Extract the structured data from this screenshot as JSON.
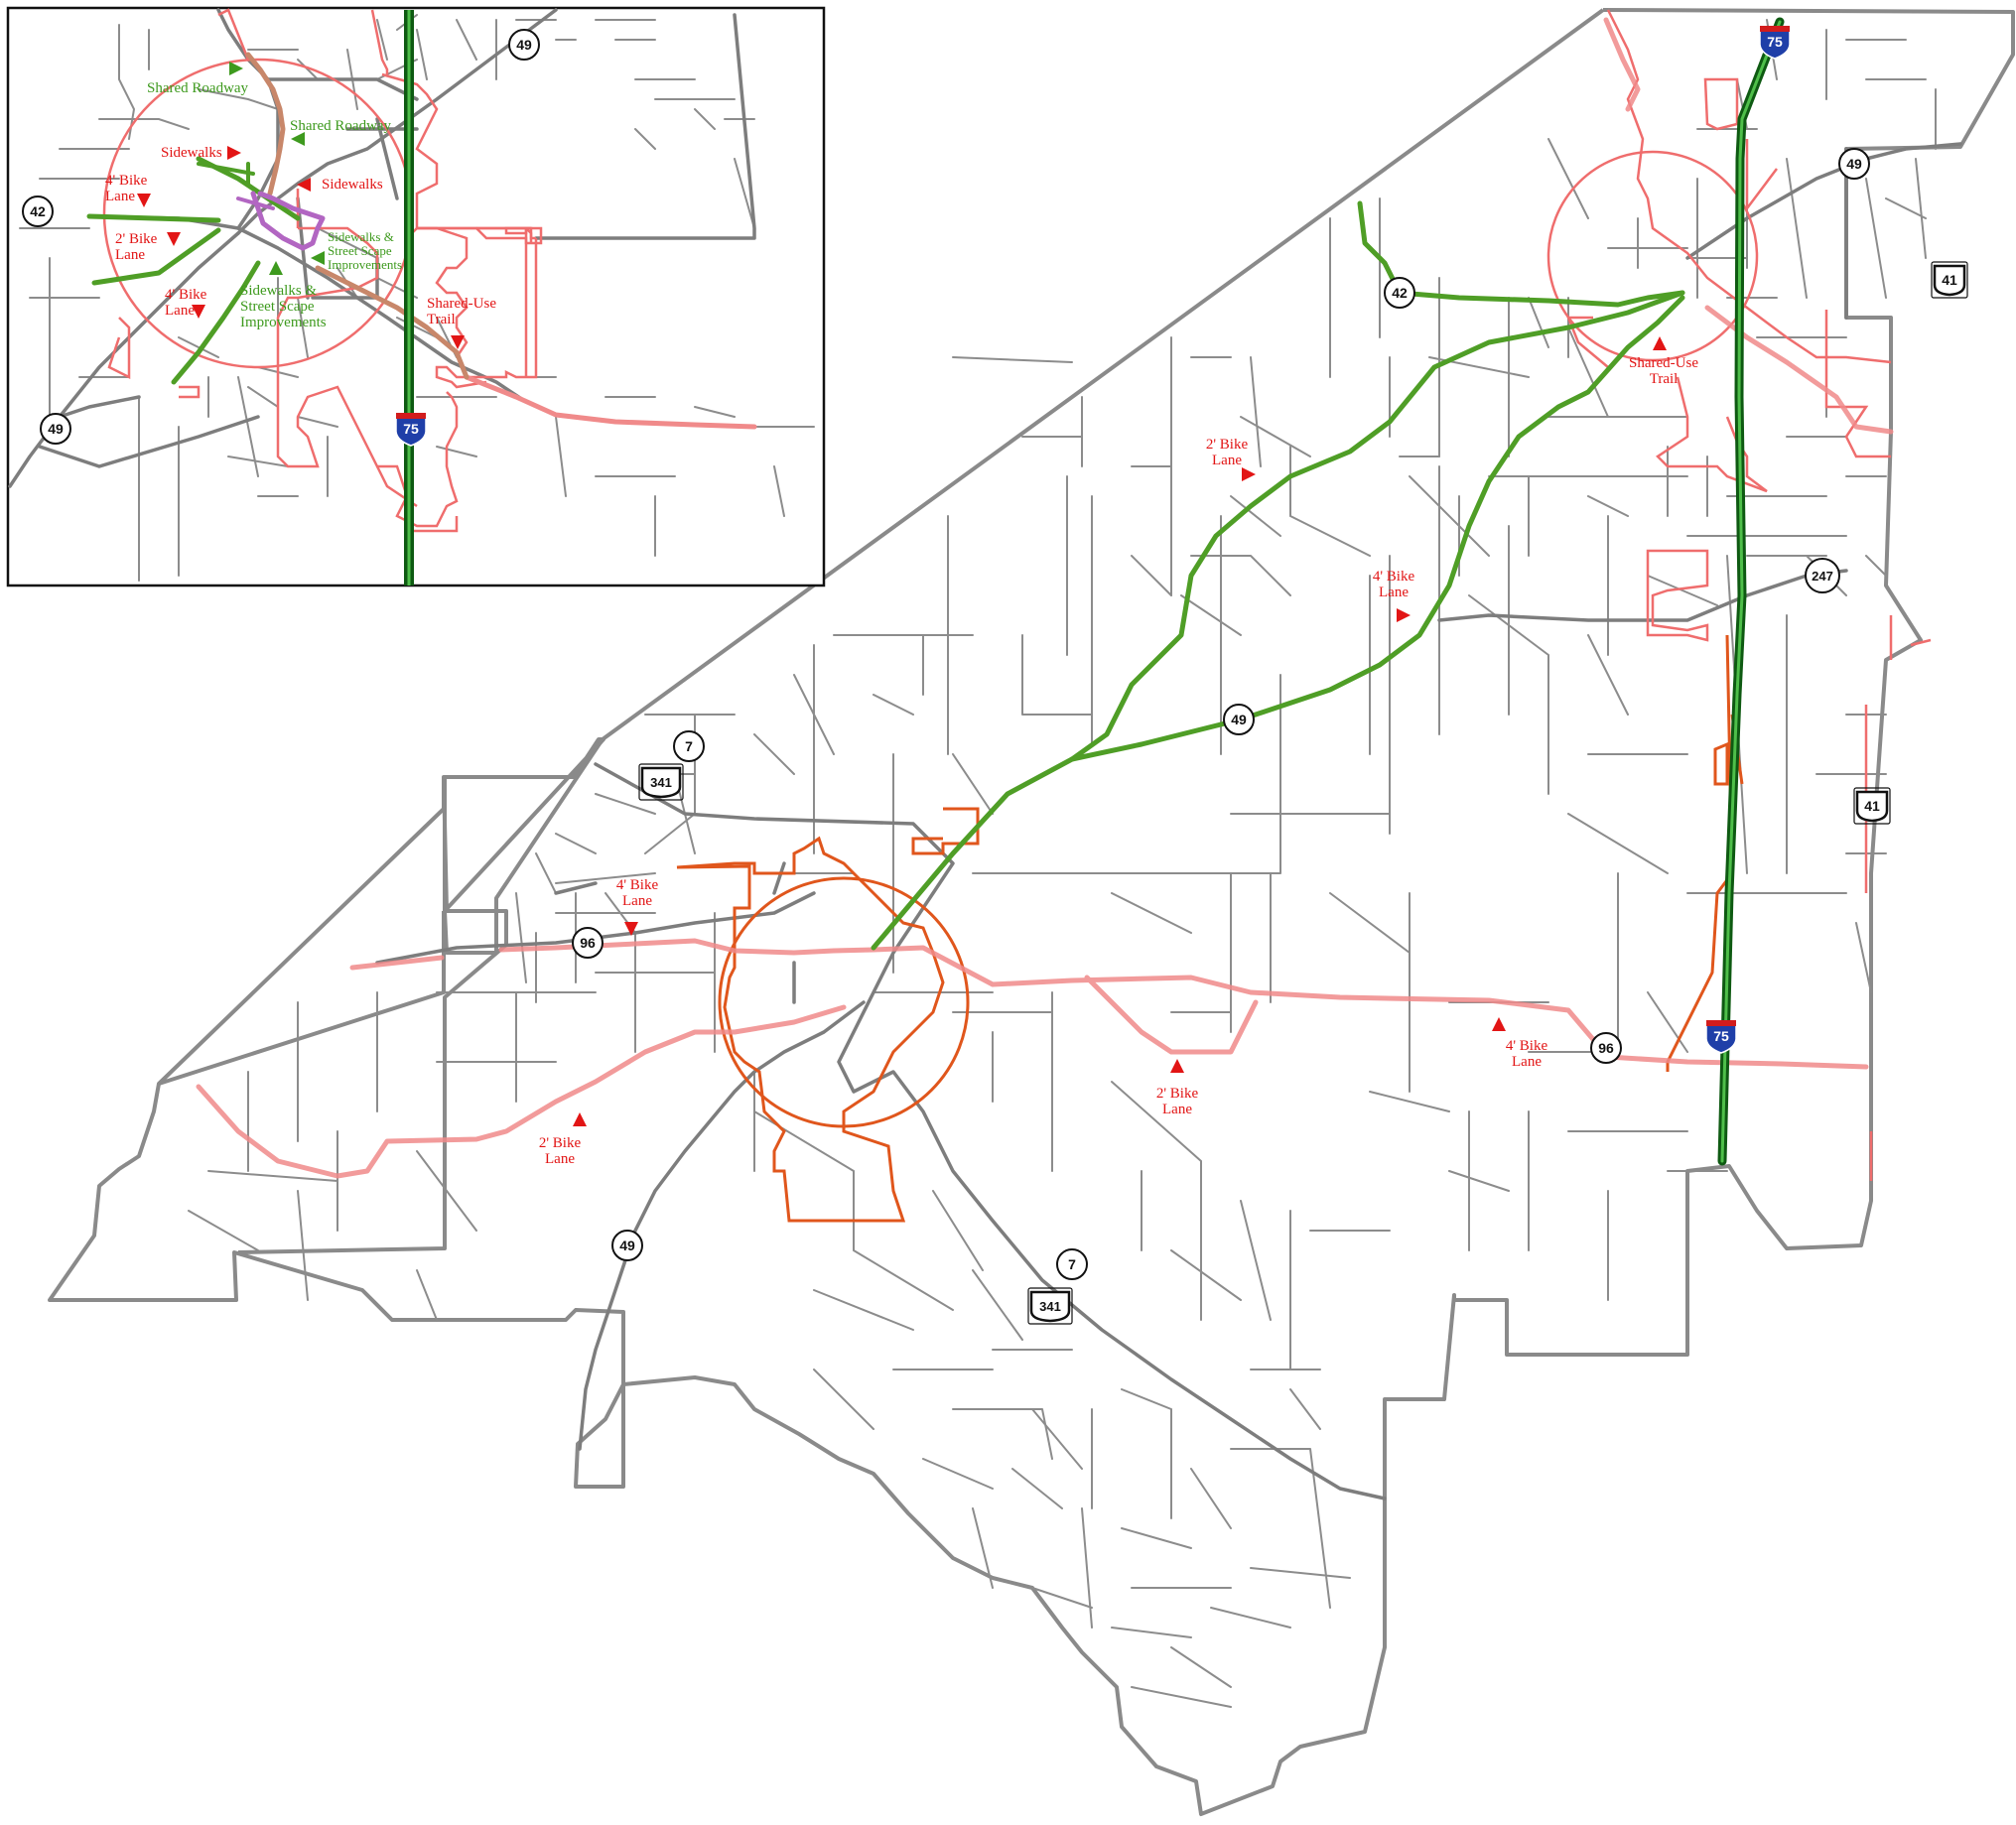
{
  "colors": {
    "county_border": "#8a8a8a",
    "road_minor": "#8c8c8c",
    "road_major": "#7d7d7d",
    "city_limits_major": "#e0561c",
    "city_limits_minor": "#ef6d6d",
    "bike_lane_proposed": "#f08a8a",
    "state_route_green": "#4f9e26",
    "interstate": "#167a1c",
    "shared_use_trail": "#c8876a",
    "streetscape": "#b266c2",
    "label_red": "#e21515",
    "label_green": "#3e9a1e"
  },
  "route_shields": {
    "main": [
      {
        "id": "sr-42-main",
        "number": "42",
        "type": "state"
      },
      {
        "id": "sr-49-ne",
        "number": "49",
        "type": "state"
      },
      {
        "id": "sr-49-center",
        "number": "49",
        "type": "state"
      },
      {
        "id": "sr-49-south",
        "number": "49",
        "type": "state"
      },
      {
        "id": "sr-7-nw",
        "number": "7",
        "type": "state"
      },
      {
        "id": "sr-7-south",
        "number": "7",
        "type": "state"
      },
      {
        "id": "sr-96-west",
        "number": "96",
        "type": "state"
      },
      {
        "id": "sr-96-east",
        "number": "96",
        "type": "state"
      },
      {
        "id": "sr-247",
        "number": "247",
        "type": "state"
      },
      {
        "id": "us-341-nw",
        "number": "341",
        "type": "us"
      },
      {
        "id": "us-341-south",
        "number": "341",
        "type": "us"
      },
      {
        "id": "us-41-north",
        "number": "41",
        "type": "us"
      },
      {
        "id": "us-41-east",
        "number": "41",
        "type": "us"
      },
      {
        "id": "i-75-north",
        "number": "75",
        "type": "interstate"
      },
      {
        "id": "i-75-south",
        "number": "75",
        "type": "interstate"
      }
    ],
    "inset": [
      {
        "id": "inset-sr-49-top",
        "number": "49",
        "type": "state"
      },
      {
        "id": "inset-sr-42",
        "number": "42",
        "type": "state"
      },
      {
        "id": "inset-sr-49-bottom",
        "number": "49",
        "type": "state"
      },
      {
        "id": "inset-i-75",
        "number": "75",
        "type": "interstate"
      }
    ]
  },
  "labels": {
    "main": [
      {
        "id": "main-2ft-bike-lane-north",
        "lines": [
          "2' Bike",
          "Lane"
        ],
        "color": "red"
      },
      {
        "id": "main-4ft-bike-lane-ne",
        "lines": [
          "4' Bike",
          "Lane"
        ],
        "color": "red"
      },
      {
        "id": "main-shared-use-trail",
        "lines": [
          "Shared-Use",
          "Trail"
        ],
        "color": "red"
      },
      {
        "id": "main-4ft-bike-lane-west",
        "lines": [
          "4' Bike",
          "Lane"
        ],
        "color": "red"
      },
      {
        "id": "main-2ft-bike-lane-center",
        "lines": [
          "2' Bike",
          "Lane"
        ],
        "color": "red"
      },
      {
        "id": "main-4ft-bike-lane-east",
        "lines": [
          "4' Bike",
          "Lane"
        ],
        "color": "red"
      },
      {
        "id": "main-2ft-bike-lane-sw",
        "lines": [
          "2' Bike",
          "Lane"
        ],
        "color": "red"
      }
    ],
    "inset": [
      {
        "id": "inset-shared-roadway-1",
        "lines": [
          "Shared Roadway"
        ],
        "color": "green"
      },
      {
        "id": "inset-shared-roadway-2",
        "lines": [
          "Shared Roadway"
        ],
        "color": "green"
      },
      {
        "id": "inset-sidewalks-1",
        "lines": [
          "Sidewalks"
        ],
        "color": "red"
      },
      {
        "id": "inset-sidewalks-2",
        "lines": [
          "Sidewalks"
        ],
        "color": "red"
      },
      {
        "id": "inset-4ft-bike-lane-1",
        "lines": [
          "4' Bike",
          "Lane"
        ],
        "color": "red"
      },
      {
        "id": "inset-2ft-bike-lane",
        "lines": [
          "2' Bike",
          "Lane"
        ],
        "color": "red"
      },
      {
        "id": "inset-4ft-bike-lane-2",
        "lines": [
          "4' Bike",
          "Lane"
        ],
        "color": "red"
      },
      {
        "id": "inset-sidewalks-streetscape-small",
        "lines": [
          "Sidewalks &",
          "Street Scape",
          "Improvements"
        ],
        "color": "green"
      },
      {
        "id": "inset-sidewalks-streetscape-large",
        "lines": [
          "Sidewalks &",
          "Street Scape",
          "Improvements"
        ],
        "color": "green"
      },
      {
        "id": "inset-shared-use-trail",
        "lines": [
          "Shared-Use",
          "Trail"
        ],
        "color": "red"
      }
    ]
  }
}
